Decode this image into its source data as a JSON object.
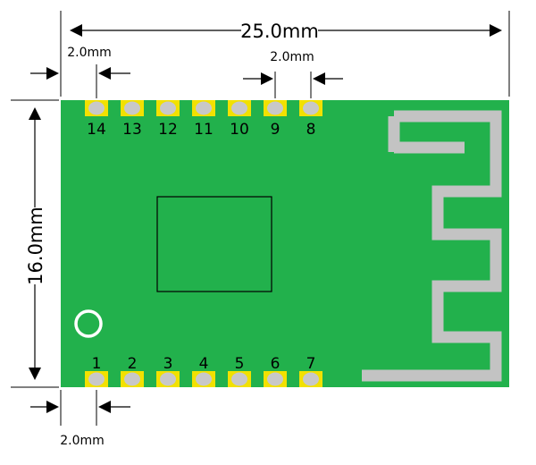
{
  "dimensions": {
    "width_label": "25.0mm",
    "height_label": "16.0mm",
    "pitch_top_left_label": "2.0mm",
    "pitch_top_right_label": "2.0mm",
    "pitch_bottom_left_label": "2.0mm"
  },
  "pins_top": [
    "14",
    "13",
    "12",
    "11",
    "10",
    "9",
    "8"
  ],
  "pins_bottom": [
    "1",
    "2",
    "3",
    "4",
    "5",
    "6",
    "7"
  ],
  "colors": {
    "pcb": "#22b14c",
    "pad": "#f2e100",
    "pad_hole": "#c8c8c8",
    "antenna": "#c3c3c3",
    "outline": "#000000"
  }
}
